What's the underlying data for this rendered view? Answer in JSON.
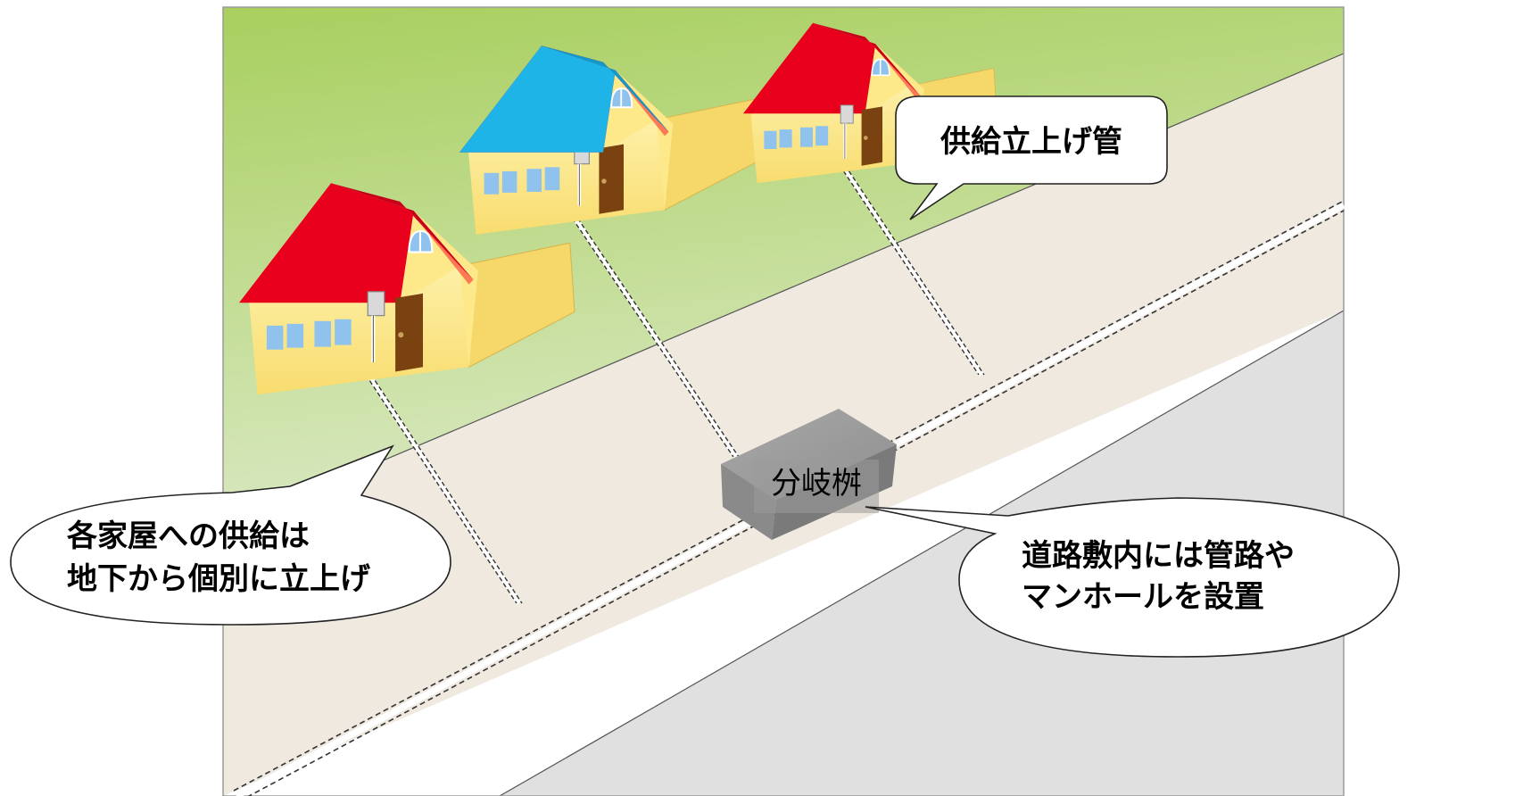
{
  "labels": {
    "riser_bubble": "供給立上げ管",
    "house_supply_bubble": [
      "各家屋への供給は",
      "地下から個別に立上げ"
    ],
    "road_bubble": [
      "道路敷内には管路や",
      "マンホールを設置"
    ],
    "branch_box": "分岐桝"
  },
  "colors": {
    "lawn_top": "#b3d56f",
    "lawn_bottom": "#d7e8bd",
    "sidewalk": "#efe9e0",
    "road": "#e0e0e0",
    "house_wall": "#fde88a",
    "roof_red": "#e8001c",
    "roof_blue": "#1eb4e8",
    "door": "#7a4210",
    "window": "#8fc3ee",
    "box": "#9b9b9b"
  },
  "icons": [
    "house-icon",
    "gas-meter-icon",
    "branch-box-icon"
  ]
}
